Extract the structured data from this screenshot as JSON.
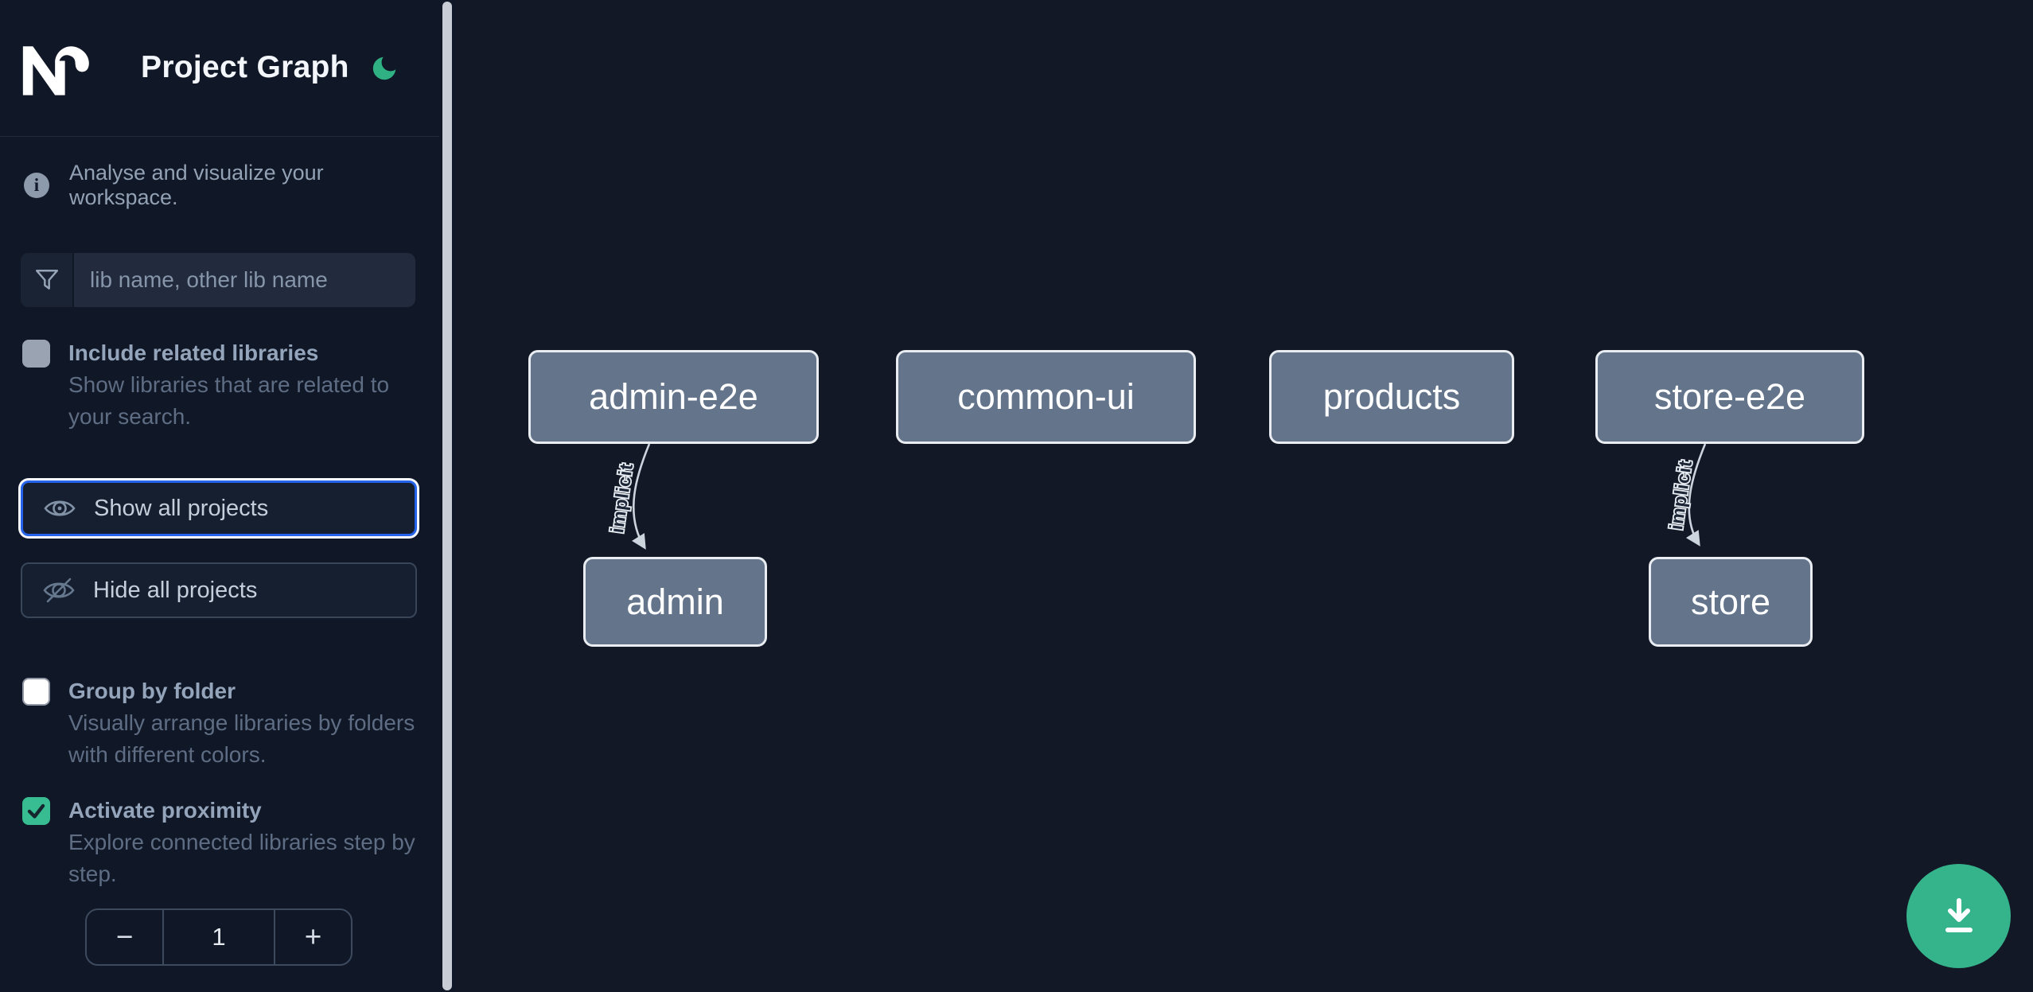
{
  "app": {
    "title": "Project Graph",
    "theme": "dark",
    "colors": {
      "accent_green": "#35b38b",
      "focus_blue": "#2563eb",
      "node_fill": "#64748b"
    }
  },
  "sidebar": {
    "info_text": "Analyse and visualize your workspace.",
    "search": {
      "placeholder": "lib name, other lib name",
      "value": "",
      "icon": "funnel-icon"
    },
    "options": [
      {
        "label": "Include related libraries",
        "description": "Show libraries that are related to your search.",
        "checked": false
      },
      {
        "label": "Group by folder",
        "description": "Visually arrange libraries by folders with different colors.",
        "checked": false
      },
      {
        "label": "Activate proximity",
        "description": "Explore connected libraries step by step.",
        "checked": true
      }
    ],
    "actions": [
      {
        "label": "Show all projects",
        "icon": "eye-icon",
        "focused": true
      },
      {
        "label": "Hide all projects",
        "icon": "eye-off-icon",
        "focused": false
      }
    ],
    "stepper": {
      "decrease": "−",
      "value": "1",
      "increase": "+"
    }
  },
  "graph": {
    "nodes": [
      {
        "label": "admin-e2e"
      },
      {
        "label": "common-ui"
      },
      {
        "label": "products"
      },
      {
        "label": "store-e2e"
      },
      {
        "label": "admin"
      },
      {
        "label": "store"
      }
    ],
    "edges": [
      {
        "from": "admin-e2e",
        "to": "admin",
        "label": "implicit"
      },
      {
        "from": "store-e2e",
        "to": "store",
        "label": "implicit"
      }
    ]
  },
  "fab": {
    "icon": "download-icon"
  }
}
